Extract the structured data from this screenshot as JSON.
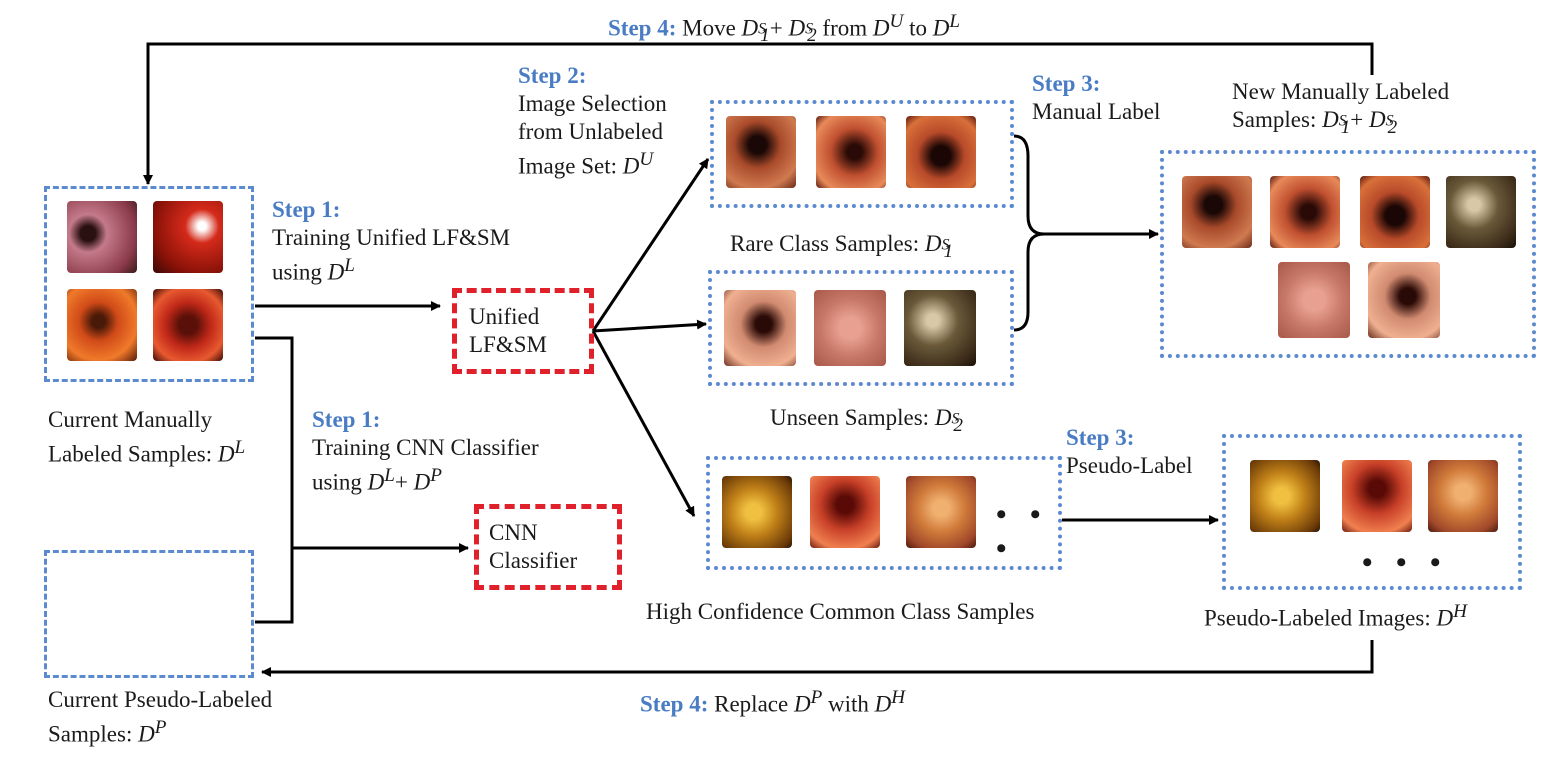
{
  "step4_top": {
    "step": "Step 4:",
    "pre": "Move ",
    "d1": "D",
    "d1sup": "S",
    "d1sub": "1",
    "plus": "+ ",
    "d2": "D",
    "d2sup": "S",
    "d2sub": "2",
    "from": " from ",
    "du": "D",
    "dusup": "U",
    "to": " to ",
    "dl": "D",
    "dlsup": "L"
  },
  "step2": {
    "step": "Step 2:",
    "line1": "Image Selection",
    "line2": "from Unlabeled",
    "line3": "Image Set: ",
    "d": "D",
    "sup": "U"
  },
  "step3_manual": {
    "step": "Step 3:",
    "label": "Manual Label"
  },
  "new_labeled": {
    "line1": "New Manually Labeled",
    "line2": "Samples: ",
    "d1": "D",
    "d1sup": "S",
    "d1sub": "1",
    "plus": "+ ",
    "d2": "D",
    "d2sup": "S",
    "d2sub": "2"
  },
  "step1_lfsm": {
    "step": "Step 1:",
    "line1": "Training Unified LF&SM",
    "line2": "using ",
    "d": "D",
    "sup": "L"
  },
  "unified": {
    "line1": "Unified",
    "line2": "LF&SM"
  },
  "rare": {
    "label": "Rare Class Samples: ",
    "d": "D",
    "sup": "S",
    "sub": "1"
  },
  "unseen": {
    "label": "Unseen Samples: ",
    "d": "D",
    "sup": "S",
    "sub": "2"
  },
  "current_manual": {
    "line1": "Current Manually",
    "line2": "Labeled Samples: ",
    "d": "D",
    "sup": "L"
  },
  "step1_cnn": {
    "step": "Step 1:",
    "line1": "Training CNN Classifier",
    "line2": "using ",
    "d1": "D",
    "d1sup": "L",
    "plus": "+ ",
    "d2": "D",
    "d2sup": "P"
  },
  "cnn": {
    "line1": "CNN",
    "line2": "Classifier"
  },
  "step3_pseudo": {
    "step": "Step 3:",
    "label": "Pseudo-Label"
  },
  "high_conf": {
    "label": "High Confidence Common Class Samples"
  },
  "pseudo_images": {
    "label": "Pseudo-Labeled Images: ",
    "d": "D",
    "sup": "H"
  },
  "current_pseudo": {
    "line1": "Current Pseudo-Labeled",
    "line2": "Samples: ",
    "d": "D",
    "sup": "P"
  },
  "step4_bottom": {
    "step": "Step 4:",
    "pre": " Replace ",
    "d1": "D",
    "d1sup": "P",
    "with": " with ",
    "d2": "D",
    "d2sup": "H"
  },
  "ellipsis": "• • •",
  "colors": {
    "step_blue": "#4a7cc4",
    "dash_blue": "#5b8ad0",
    "dash_red": "#e0202a"
  }
}
